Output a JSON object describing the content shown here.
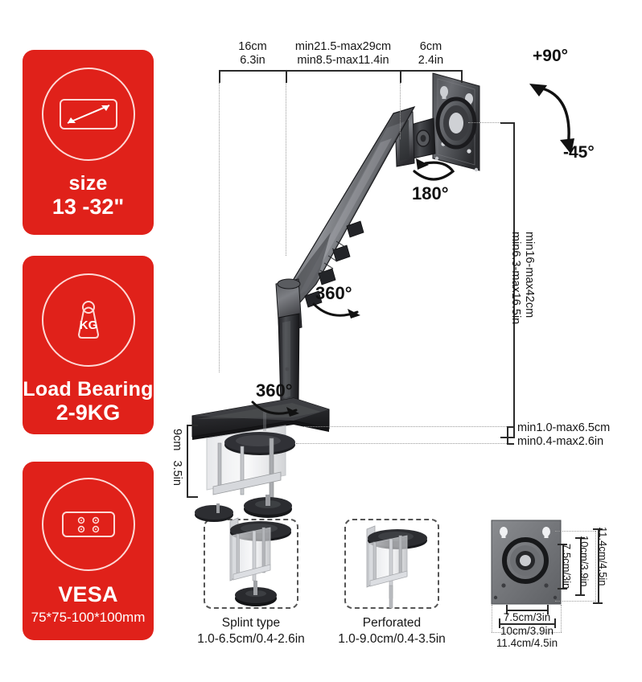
{
  "features": [
    {
      "id": "size",
      "icon": "monitor-diagonal-icon",
      "title": "size",
      "value": "13 -32\""
    },
    {
      "id": "load",
      "icon": "weight-kg-icon",
      "title": "Load Bearing",
      "value": "2-9KG"
    },
    {
      "id": "vesa",
      "icon": "vesa-plate-icon",
      "title": "VESA",
      "value": "75*75-100*100mm"
    }
  ],
  "top_dimensions": [
    {
      "cm": "16cm",
      "in": "6.3in"
    },
    {
      "cm": "min21.5-max29cm",
      "in": "min8.5-max11.4in"
    },
    {
      "cm": "6cm",
      "in": "2.4in"
    }
  ],
  "angles": {
    "tilt_up": "+90°",
    "tilt_down": "-45°",
    "screen_rotate": "180°",
    "arm_rotate": "360°",
    "base_rotate": "360°"
  },
  "height_range": {
    "cm": "min16-max42cm",
    "in": "min6.3-max16.5in"
  },
  "clamp_thickness": {
    "cm": "min1.0-max6.5cm",
    "in": "min0.4-max2.6in"
  },
  "base_height": {
    "cm": "9cm",
    "in": "3.5in"
  },
  "mount_types": [
    {
      "name": "Splint type",
      "range": "1.0-6.5cm/0.4-2.6in"
    },
    {
      "name": "Perforated",
      "range": "1.0-9.0cm/0.4-3.5in"
    }
  ],
  "vesa_plate": {
    "vertical": [
      "7.5cm/3in",
      "10cm/3.9in",
      "11.4cm/4.5in"
    ],
    "horizontal": [
      "7.5cm/3in",
      "10cm/3.9in",
      "11.4cm/4.5in"
    ]
  },
  "colors": {
    "brand_red": "#e0211a",
    "line": "#2b2b2b",
    "dotted": "#9a9a9a"
  }
}
